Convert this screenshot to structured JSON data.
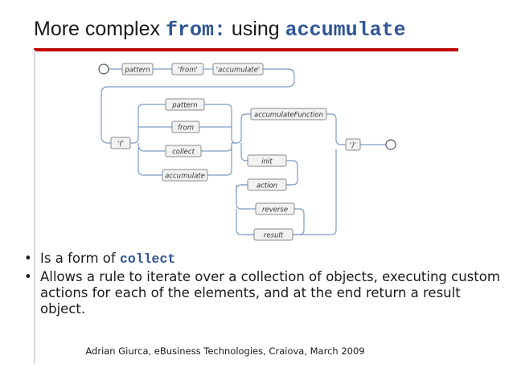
{
  "title": {
    "part1": "More complex ",
    "code1": "from:",
    "part2": " using ",
    "code2": "accumulate"
  },
  "diagram": {
    "nodes": {
      "pattern_top": "pattern",
      "from_quoted": "'from'",
      "accumulate_quoted": "'accumulate'",
      "open_paren": "'('",
      "pattern": "pattern",
      "from": "from",
      "collect": "collect",
      "accumulate": "accumulate",
      "accumulate_function": "accumulateFunction",
      "init": "init",
      "action": "action",
      "reverse": "reverse",
      "result": "result",
      "close_paren": "')'"
    }
  },
  "bullets": [
    {
      "text": "Is a form of ",
      "code": "collect"
    },
    {
      "text": "Allows a rule to iterate over a collection of objects, executing custom actions for each of the elements, and at the end return a result object."
    }
  ],
  "footer": "Adrian Giurca, eBusiness Technologies, Craiova, March 2009",
  "colors": {
    "accent_red": "#c00000",
    "code_blue": "#2f5597",
    "diagram_line": "#7a9cc6"
  }
}
